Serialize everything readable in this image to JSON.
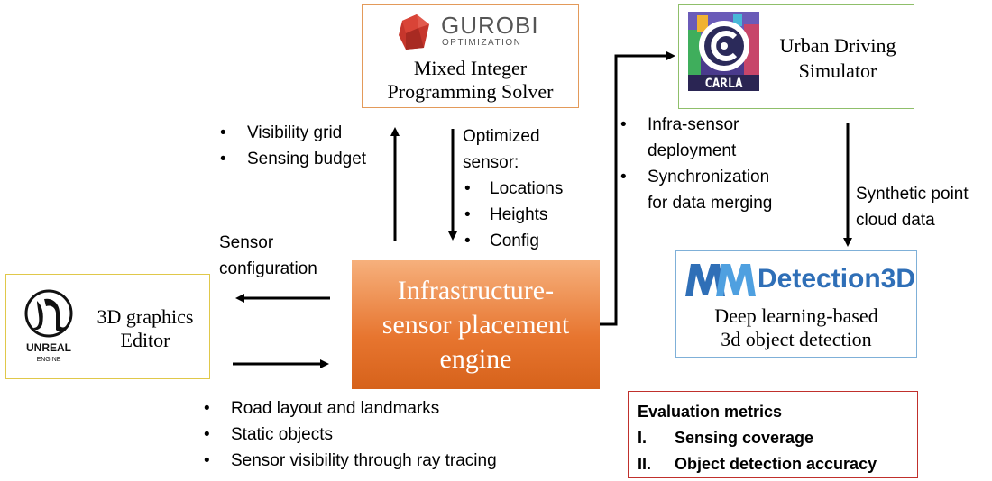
{
  "gurobi": {
    "logo_name": "GUROBI",
    "logo_sub": "OPTIMIZATION",
    "title_line1": "Mixed Integer",
    "title_line2": "Programming Solver"
  },
  "carla": {
    "logo_text": "CARLA",
    "title_line1": "Urban Driving",
    "title_line2": "Simulator"
  },
  "unreal": {
    "logo_text": "UNREAL",
    "logo_sub": "ENGINE",
    "title_line1": "3D graphics",
    "title_line2": "Editor"
  },
  "engine": {
    "title_line1": "Infrastructure-",
    "title_line2": "sensor placement",
    "title_line3": "engine"
  },
  "mmdet": {
    "logo_name": "Detection3D",
    "title_line1": "Deep learning-based",
    "title_line2": "3d object detection"
  },
  "metrics": {
    "heading": "Evaluation metrics",
    "items": [
      {
        "num": "I.",
        "label": "Sensing coverage"
      },
      {
        "num": "II.",
        "label": "Object detection accuracy"
      }
    ]
  },
  "to_solver": {
    "items": [
      "Visibility grid",
      "Sensing budget"
    ]
  },
  "from_solver": {
    "line1": "Optimized",
    "line2": "sensor:",
    "items": [
      "Locations",
      "Heights",
      "Config"
    ]
  },
  "sensor_config": {
    "line1": "Sensor",
    "line2": "configuration"
  },
  "to_carla": {
    "items": [
      {
        "line1": "Infra-sensor",
        "line2": "deployment"
      },
      {
        "line1": "Synchronization",
        "line2": "for data merging"
      }
    ]
  },
  "point_cloud": {
    "line1": "Synthetic point",
    "line2": "cloud data"
  },
  "from_unreal": {
    "items": [
      "Road layout and landmarks",
      "Static objects",
      "Sensor visibility through ray tracing"
    ]
  }
}
